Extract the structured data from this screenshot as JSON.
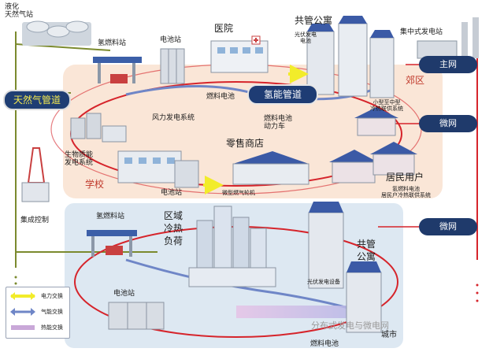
{
  "labels": {
    "lng": "液化\n天然气站",
    "h2_station_top": "氢燃料站",
    "battery_station_top": "电池站",
    "hospital": "医院",
    "shared_apartment_top": "共管公寓",
    "pv_battery": "光伏发电\n电池",
    "central_power": "集中式发电站",
    "suburb": "郊区",
    "fuel_cell_top": "燃料电池",
    "wind_system": "风力发电系统",
    "fc_vehicle": "燃料电池\n动力车",
    "small_chp": "小型至中型\n冷热联供系统",
    "biomass": "生物质能\n发电系统",
    "retail": "零售商店",
    "school": "学校",
    "battery_station_mid": "电池站",
    "micro_turbine": "微型燃气轮机",
    "residential": "居民用户",
    "residential_sub": "氢燃料电池\n居民户冷热联供系统",
    "integrated_control": "集成控制",
    "h2_station_bottom": "氢燃料站",
    "district_load": "区域\n冷热\n负荷",
    "shared_apartment_bottom": "共管\n公寓",
    "pv_equipment": "光伏发电设备",
    "battery_station_bottom": "电池站",
    "fuel_cell_bottom": "燃料电池",
    "city": "城市"
  },
  "pills": {
    "main_grid": "主网",
    "microgrid_1": "微网",
    "microgrid_2": "微网",
    "hydrogen_pipeline": "氢能管道",
    "gas_pipeline": "天然气管道"
  },
  "legend": {
    "power": "电力交换",
    "gas": "气能交换",
    "heat": "热能交换"
  },
  "colors": {
    "power_arrow": "#f2ec2a",
    "gas_arrow": "#6f86c7",
    "heat_arrow": "#c9a8d8",
    "loop_line": "#d6242b",
    "green_line": "#7b8a2e",
    "suburb_zone": "#f9e3d3",
    "city_zone": "#d9e6f1"
  },
  "watermark": "分布式发电与微电网"
}
